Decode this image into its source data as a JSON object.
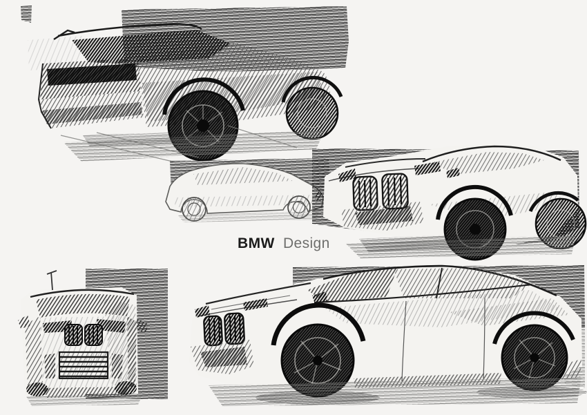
{
  "caption": {
    "brand": "BMW",
    "design": "Design"
  },
  "palette": {
    "paper": "#f5f4f2",
    "ink_deep": "#0c0c0c",
    "ink_dark": "#151515",
    "ink_mid": "#2e2e2e",
    "ink_soft": "#555555",
    "ink_light": "#8a8a8a",
    "ink_faint": "#b0b0b0"
  },
  "sketches": [
    {
      "name": "rear-three-quarter-view",
      "description": "Dark pencil sketch of compact SUV seen from rear three-quarter, top left"
    },
    {
      "name": "side-profile-view",
      "description": "Small light pencil side-profile sketch against dark band, center"
    },
    {
      "name": "front-three-quarter-view",
      "description": "Front three-quarter pencil sketch over dark hatched backdrop, middle right"
    },
    {
      "name": "front-view",
      "description": "Front elevation pencil sketch with slatted grille, bottom left"
    },
    {
      "name": "front-three-quarter-large",
      "description": "Large front three-quarter pencil sketch with heavy wheels, bottom right"
    }
  ]
}
